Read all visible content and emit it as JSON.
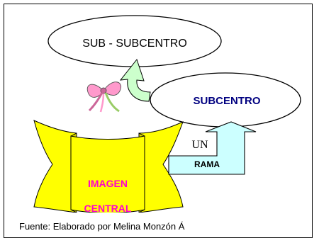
{
  "diagram": {
    "sub_subcentro": "SUB - SUBCENTRO",
    "subcentro": "SUBCENTRO",
    "rama_line1": "UN",
    "rama_line2": "RAMA",
    "central_line1": "IMAGEN",
    "central_line2": "CENTRAL"
  },
  "source_note": "Fuente: Elaborado por Melina Monzón Á",
  "colors": {
    "banner_fill": "#ffff00",
    "arrow_fill": "#ccffff",
    "subcentro_text": "#000080",
    "central_text": "#ff00cc",
    "bow_ribbon": "#ff99cc"
  }
}
